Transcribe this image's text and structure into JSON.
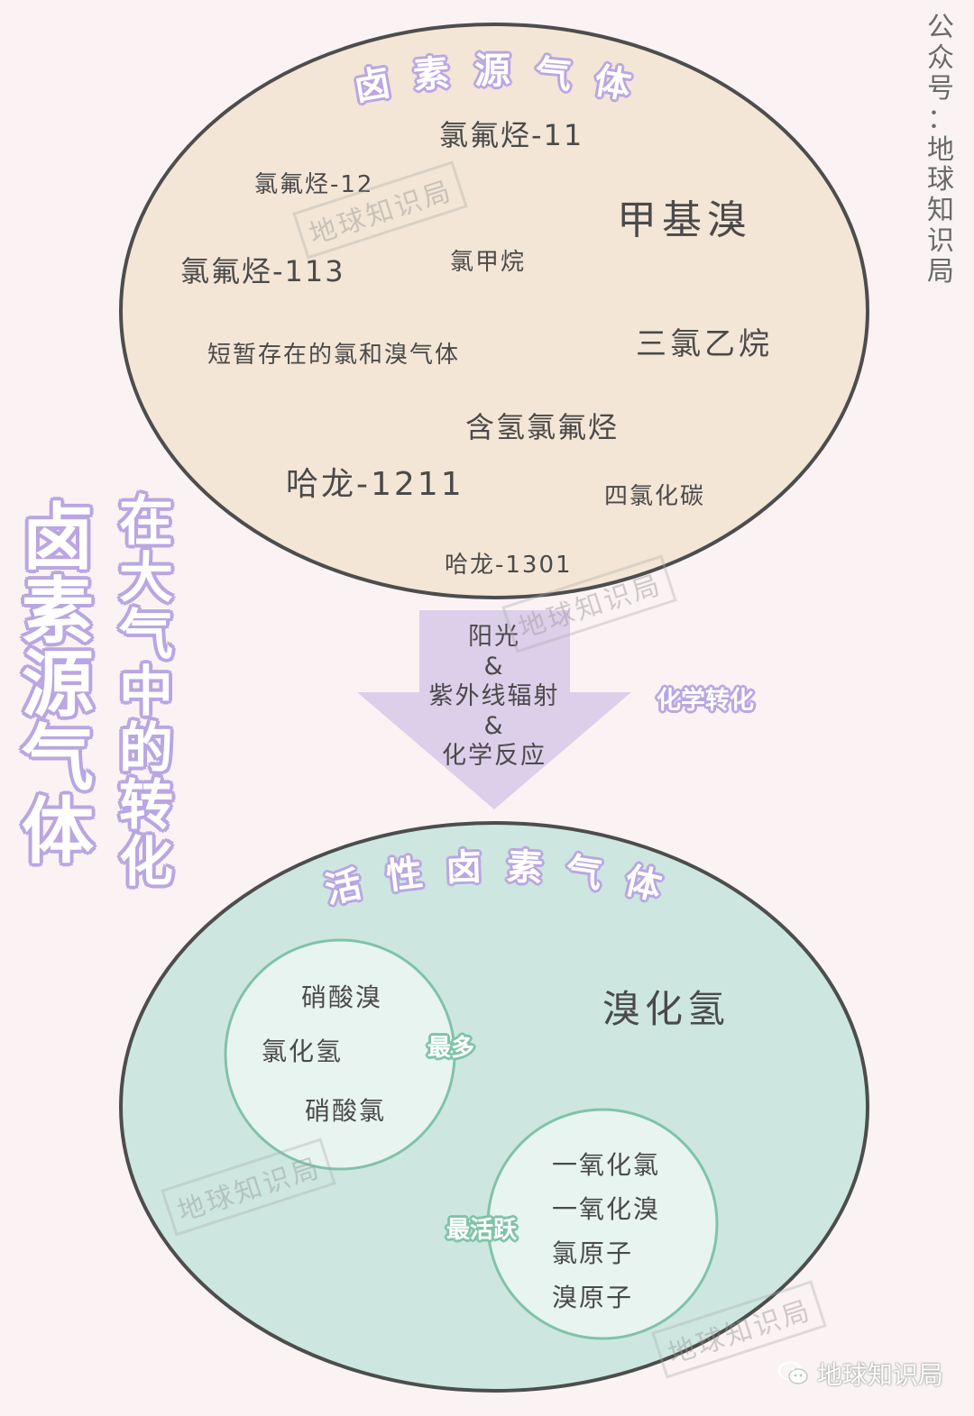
{
  "side_account": [
    "公",
    "众",
    "号",
    "：",
    "地",
    "球",
    "知",
    "识",
    "局"
  ],
  "main_title": [
    "卤",
    "素",
    "源",
    "气",
    "体"
  ],
  "sub_title": [
    "在",
    "大",
    "气",
    "中",
    "的",
    "转",
    "化"
  ],
  "source_circle": {
    "heading": [
      "卤",
      "素",
      "源",
      "气",
      "体"
    ],
    "gases": {
      "cfc11": "氯氟烃-11",
      "cfc12": "氯氟烃-12",
      "methyl_bromide": "甲基溴",
      "cfc113": "氯氟烃-113",
      "methyl_chloride": "氯甲烷",
      "short_lived": "短暂存在的氯和溴气体",
      "trichloroethane": "三氯乙烷",
      "hcfc": "含氢氯氟烃",
      "halon1211": "哈龙-1211",
      "ccl4": "四氯化碳",
      "halon1301": "哈龙-1301"
    }
  },
  "arrow": {
    "lines": [
      "阳光",
      "&",
      "紫外线辐射",
      "&",
      "化学反应"
    ],
    "side_label": "化学转化"
  },
  "reactive_circle": {
    "heading": [
      "活",
      "性",
      "卤",
      "素",
      "气",
      "体"
    ],
    "hbr": "溴化氢",
    "reservoir": [
      "硝酸溴",
      "氯化氢",
      "硝酸氯"
    ],
    "reservoir_tag": "最多",
    "active": [
      "一氧化氯",
      "一氧化溴",
      "氯原子",
      "溴原子"
    ],
    "active_tag": "最活跃"
  },
  "watermark": "地球知识局",
  "footer_brand": "地球知识局",
  "colors": {
    "background": "#fbf3f3",
    "source_fill": "#f3e6d6",
    "reactive_fill": "#cde7e0",
    "inner_fill": "#e8f4f0",
    "arrow_fill": "#dccfea",
    "accent_purple": "#b9a6e2",
    "accent_green": "#7fc3a9"
  }
}
